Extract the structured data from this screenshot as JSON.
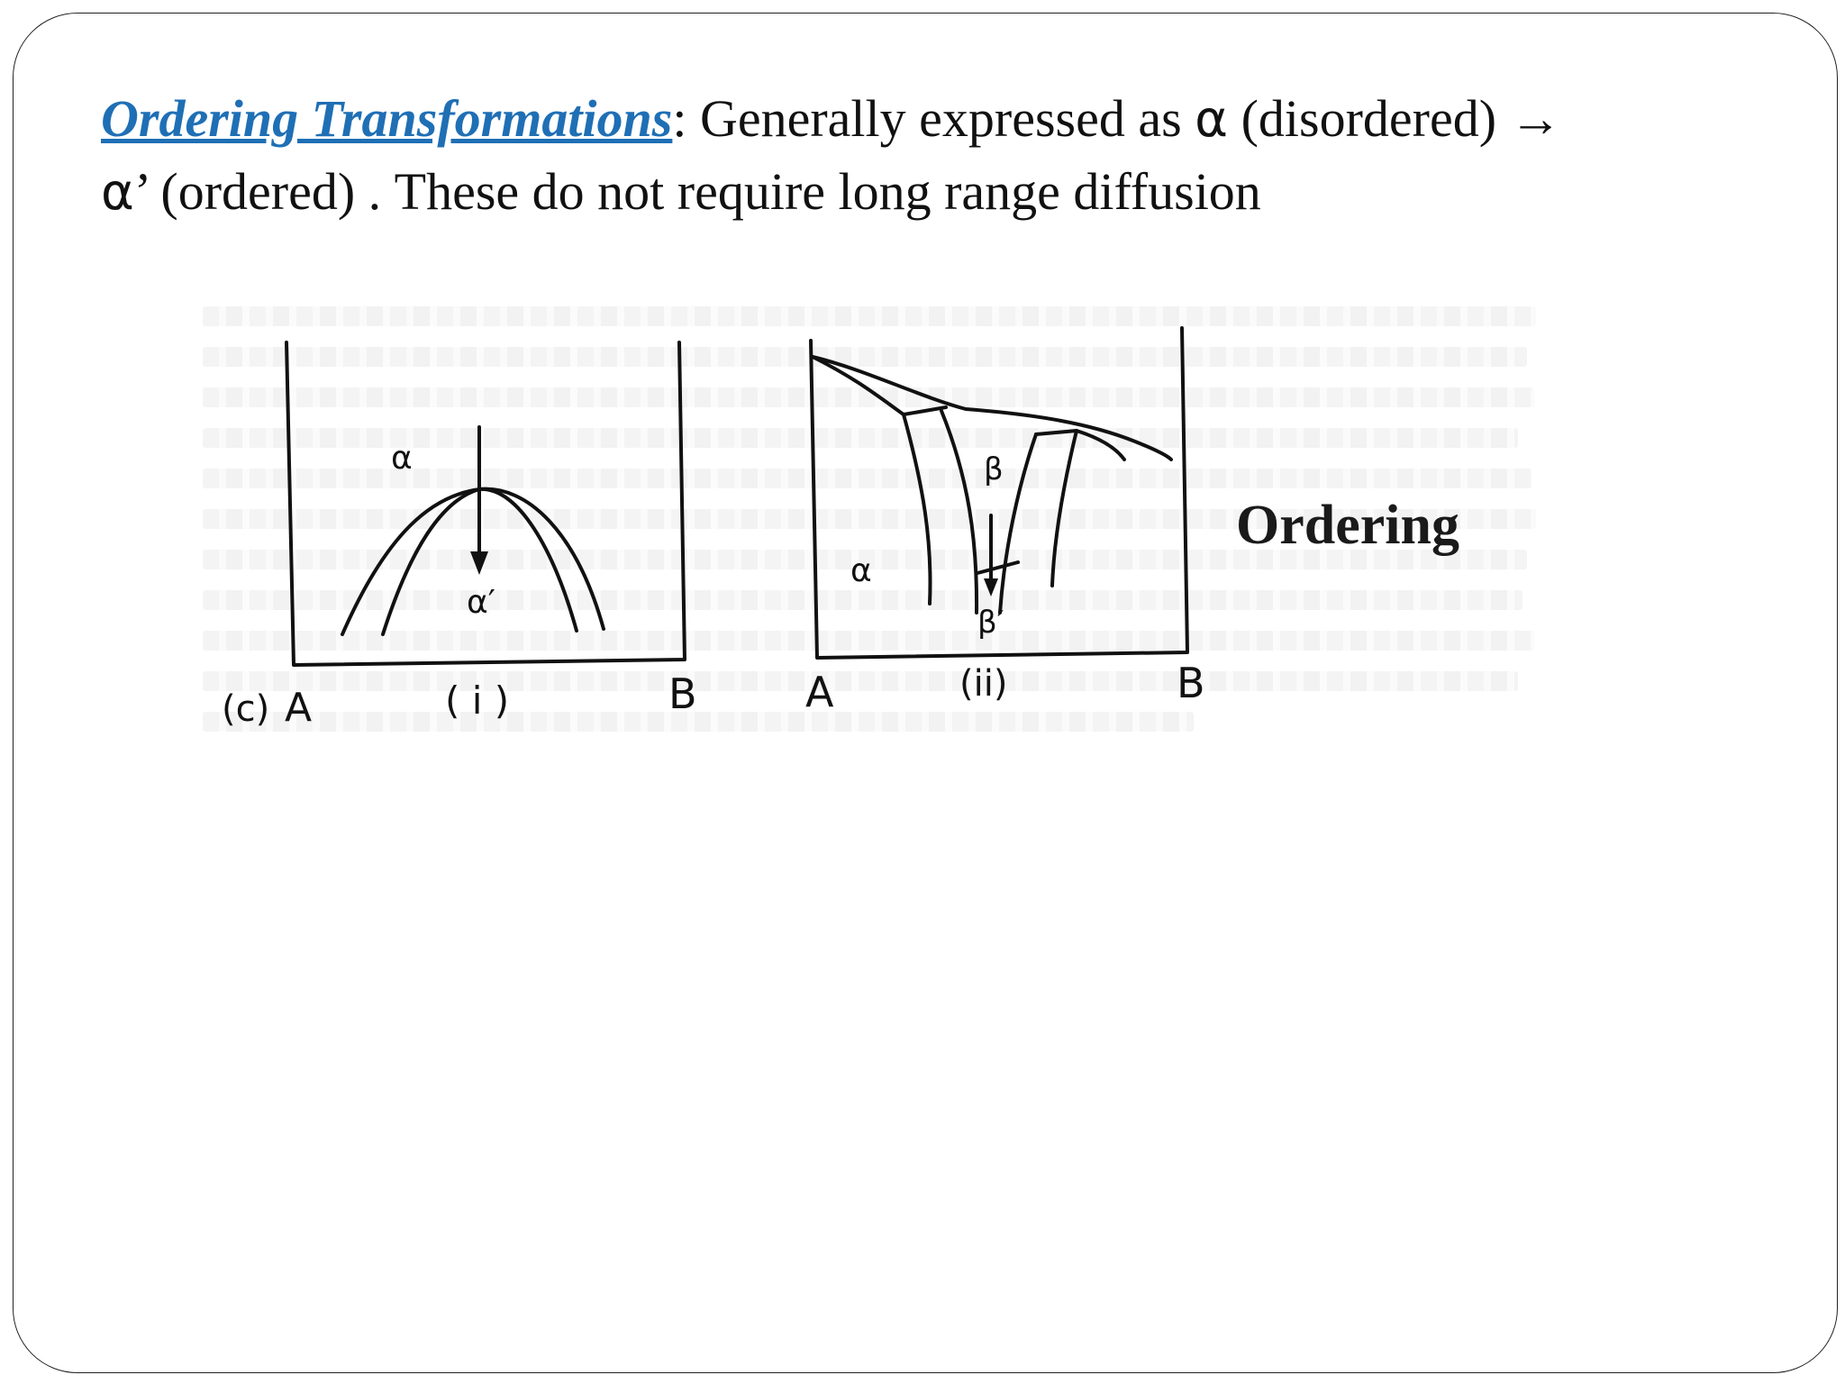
{
  "slide": {
    "heading_link": "Ordering Transformations",
    "heading_colon": ":",
    "heading_text_1": " Generally expressed as ",
    "alpha": "α",
    "heading_text_2": " (disordered) →",
    "alpha_prime": "α",
    "heading_text_3": "’ (ordered) . These do not require long range diffusion"
  },
  "diagram": {
    "part_i": {
      "prefix": "(c)",
      "left_component": "A",
      "right_component": "B",
      "caption": "( i )",
      "phase_top": "α",
      "phase_ordered": "α′"
    },
    "part_ii": {
      "left_component": "A",
      "right_component": "B",
      "caption": "(ii)",
      "phase_left": "α",
      "phase_beta": "β",
      "phase_beta_prime": "β′"
    },
    "side_label": "Ordering"
  },
  "colors": {
    "link": "#1f6fb5",
    "text": "#111111",
    "frame": "#222222"
  }
}
